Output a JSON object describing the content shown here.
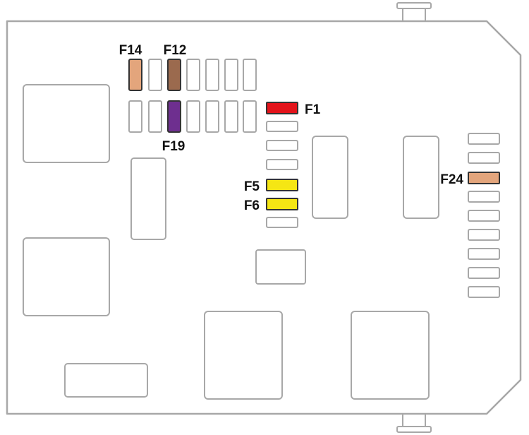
{
  "labels": {
    "f14": "F14",
    "f12": "F12",
    "f19": "F19",
    "f1": "F1",
    "f5": "F5",
    "f6": "F6",
    "f24": "F24"
  },
  "colors": {
    "outline": "#a8a8a8",
    "fuse_f14": "#e3a57c",
    "fuse_f12": "#9b6a4e",
    "fuse_f19": "#6e2f8f",
    "fuse_f1": "#e3141b",
    "fuse_f5": "#f5e614",
    "fuse_f6": "#f5e614",
    "fuse_f24": "#e3a57c"
  }
}
